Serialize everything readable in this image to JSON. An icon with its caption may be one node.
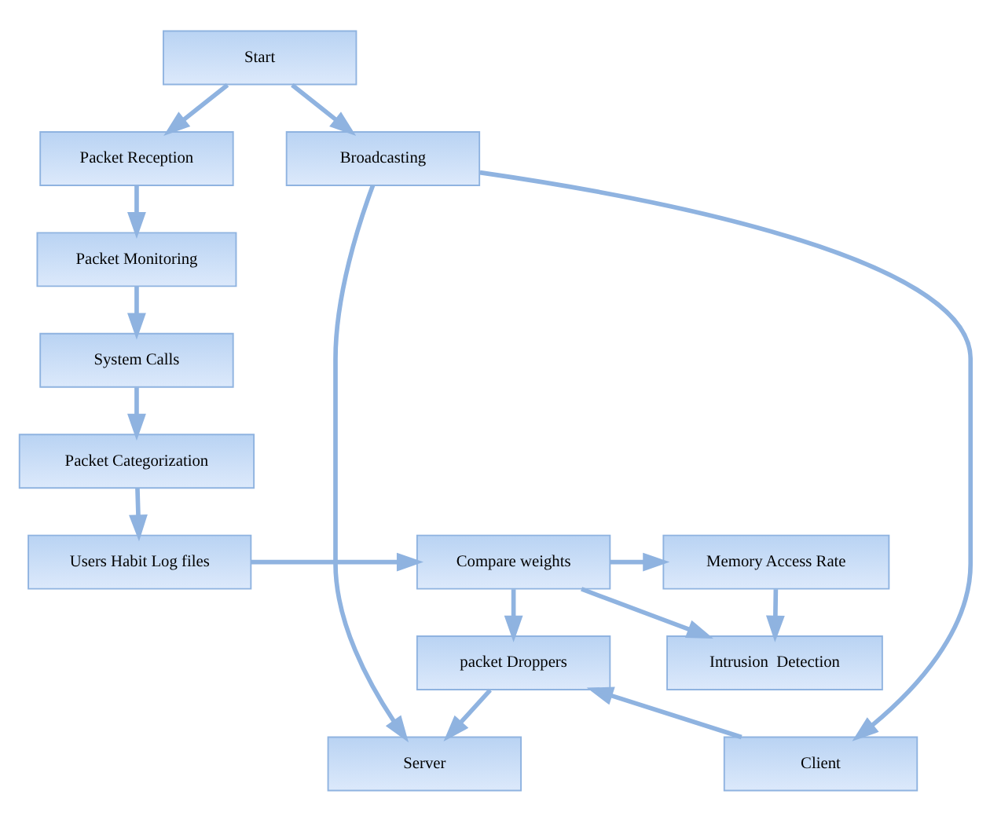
{
  "diagram": {
    "nodes": [
      {
        "text": [
          "Start"
        ]
      },
      {
        "text": [
          "Packet Reception"
        ]
      },
      {
        "text": [
          "Broadcasting"
        ]
      },
      {
        "text": [
          "Packet Monitoring"
        ]
      },
      {
        "text": [
          "Client"
        ]
      },
      {
        "text": [
          "Server"
        ]
      },
      {
        "text": [
          "System Calls"
        ]
      },
      {
        "text": [
          "packet Droppers"
        ]
      },
      {
        "text": [
          "Packet Categorization"
        ]
      },
      {
        "text": [
          "Users Habit Log files"
        ]
      },
      {
        "text": [
          "Compare weights"
        ]
      },
      {
        "text": [
          "Memory Access Rate"
        ]
      },
      {
        "text": [
          "Intrusion  Detection"
        ]
      }
    ],
    "edges": [
      {
        "from": 0,
        "to": 1,
        "arrow": "to"
      },
      {
        "from": 0,
        "to": 2,
        "arrow": "to"
      },
      {
        "from": 1,
        "to": 3,
        "arrow": "to"
      },
      {
        "from": 3,
        "to": 6,
        "arrow": "to"
      },
      {
        "from": 6,
        "to": 8,
        "arrow": "to"
      },
      {
        "from": 8,
        "to": 9,
        "arrow": "to"
      },
      {
        "from": 9,
        "to": 10,
        "arrow": "to"
      },
      {
        "from": 2,
        "to": 4,
        "arrow": "to"
      },
      {
        "from": 2,
        "to": 5,
        "arrow": "to"
      },
      {
        "from": 4,
        "to": 7,
        "arrow": "to"
      },
      {
        "from": 7,
        "to": 5,
        "arrow": "to"
      },
      {
        "from": 10,
        "to": 7,
        "arrow": "to"
      },
      {
        "from": 10,
        "to": 11,
        "arrow": "to"
      },
      {
        "from": 10,
        "to": 12,
        "arrow": "to"
      },
      {
        "from": 11,
        "to": 12,
        "arrow": "to"
      }
    ]
  }
}
